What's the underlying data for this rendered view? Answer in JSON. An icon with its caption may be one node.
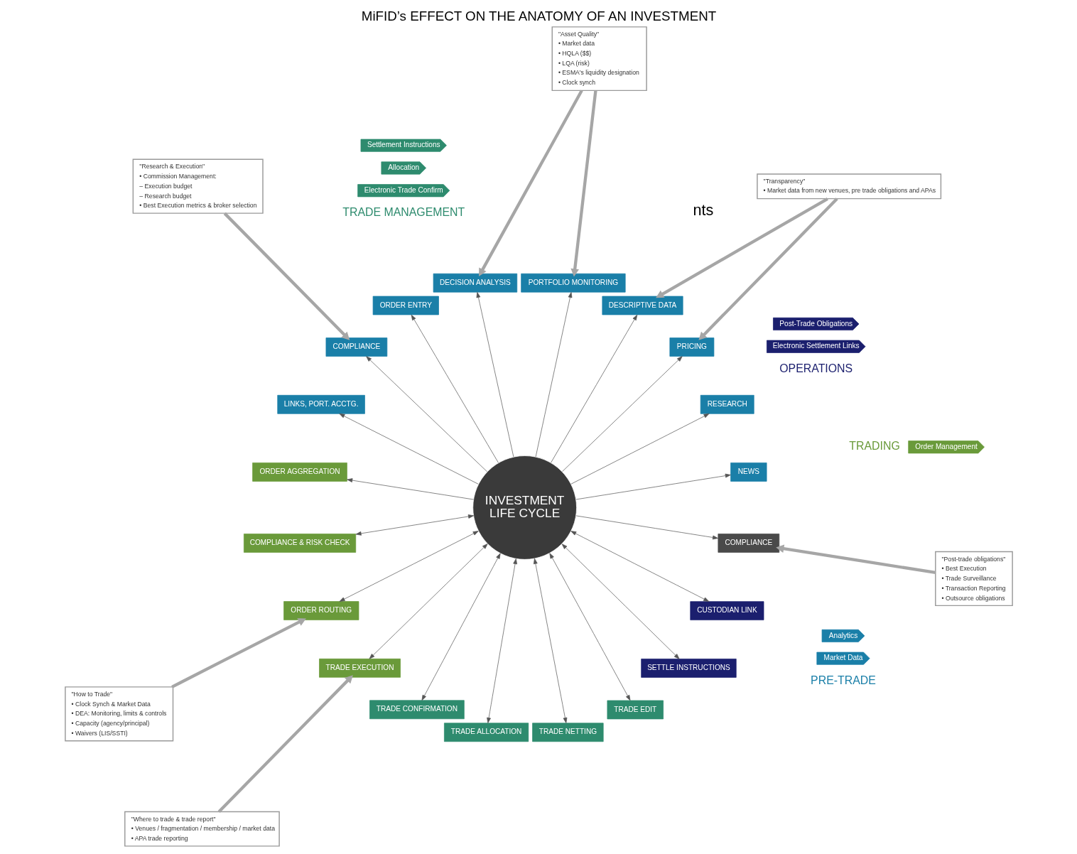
{
  "diagram": {
    "title": "MiFID’s EFFECT ON THE ANATOMY OF AN INVESTMENT",
    "nodes": [
      {
        "text": [
          "INVESTMENT LIFE CYCLE"
        ]
      },
      {
        "text": [
          "NEWS"
        ]
      },
      {
        "text": [
          "RESEARCH"
        ]
      },
      {
        "text": [
          "PRICING"
        ]
      },
      {
        "text": [
          "DESCRIPTIVE DATA"
        ]
      },
      {
        "text": [
          "PORTFOLIO MONITORING"
        ]
      },
      {
        "text": [
          "DECISION ANALYSIS"
        ]
      },
      {
        "text": [
          "ORDER ENTRY"
        ]
      },
      {
        "text": [
          "COMPLIANCE"
        ]
      },
      {
        "text": [
          "LINKS, PORT. ACCTG."
        ]
      },
      {
        "text": [
          "ORDER AGGREGATION"
        ]
      },
      {
        "text": [
          "COMPLIANCE & RISK CHECK"
        ]
      },
      {
        "text": [
          "ORDER ROUTING"
        ]
      },
      {
        "text": [
          "TRADE EXECUTION"
        ]
      },
      {
        "text": [
          "TRADE CONFIRMATION"
        ]
      },
      {
        "text": [
          "TRADE ALLOCATION"
        ]
      },
      {
        "text": [
          "TRADE NETTING"
        ]
      },
      {
        "text": [
          "TRADE EDIT"
        ]
      },
      {
        "text": [
          "SETTLE INSTRUCTIONS"
        ]
      },
      {
        "text": [
          "CUSTODIAN LINK"
        ]
      },
      {
        "text": [
          "COMPLIANCE"
        ]
      },
      {
        "text": [
          "\"Post-trade obligations\"",
          "• Best Execution",
          "• Trade Surveillance",
          "• Transaction Reporting",
          "• Outsource obligations"
        ]
      },
      {
        "text": [
          "\"Transparency\"",
          "• Market data from new venues, pre trade obligations and APAs"
        ]
      },
      {
        "text": [
          "\"Asset Quality\"",
          "• Market data",
          "• HQLA ($$)",
          "• LQA (risk)",
          "• ESMA's liquidity designation",
          "• Clock synch"
        ]
      },
      {
        "text": [
          "\"Research & Execution\"",
          "• Commission Management:",
          "– Execution budget",
          "– Research budget",
          "• Best Execution metrics & broker selection"
        ]
      },
      {
        "text": [
          "\"How to Trade\"",
          "• Clock Synch & Market Data",
          "• DEA: Monitoring, limits & controls",
          "• Capacity (agency/principal)",
          "• Waivers (LIS/SSTI)"
        ]
      },
      {
        "text": [
          "\"Where to trade & trade report\"",
          "• Venues / fragmentation / membership / market data",
          "• APA trade reporting"
        ]
      },
      {
        "text": [
          "Electronic Settlement Links"
        ]
      },
      {
        "text": [
          "Post-Trade Obligations"
        ]
      },
      {
        "text": [
          "Market Data"
        ]
      },
      {
        "text": [
          "Analytics"
        ]
      },
      {
        "text": [
          "Electronic Trade Confirm"
        ]
      },
      {
        "text": [
          "Allocation"
        ]
      },
      {
        "text": [
          "Settlement Instructions"
        ]
      },
      {
        "text": [
          "Order Management"
        ]
      }
    ],
    "edges": [
      {
        "from": 0,
        "to": 1,
        "arrow": "to"
      },
      {
        "from": 0,
        "to": 2,
        "arrow": "to"
      },
      {
        "from": 0,
        "to": 3,
        "arrow": "to"
      },
      {
        "from": 0,
        "to": 4,
        "arrow": "to"
      },
      {
        "from": 0,
        "to": 5,
        "arrow": "to"
      },
      {
        "from": 0,
        "to": 6,
        "arrow": "to"
      },
      {
        "from": 0,
        "to": 7,
        "arrow": "to"
      },
      {
        "from": 0,
        "to": 8,
        "arrow": "to"
      },
      {
        "from": 0,
        "to": 9,
        "arrow": "to"
      },
      {
        "from": 0,
        "to": 10,
        "arrow": "to"
      },
      {
        "from": 0,
        "to": 11,
        "arrow": "both"
      },
      {
        "from": 0,
        "to": 12,
        "arrow": "both"
      },
      {
        "from": 0,
        "to": 13,
        "arrow": "both"
      },
      {
        "from": 0,
        "to": 14,
        "arrow": "both"
      },
      {
        "from": 0,
        "to": 15,
        "arrow": "both"
      },
      {
        "from": 0,
        "to": 16,
        "arrow": "both"
      },
      {
        "from": 0,
        "to": 17,
        "arrow": "both"
      },
      {
        "from": 0,
        "to": 18,
        "arrow": "both"
      },
      {
        "from": 0,
        "to": 19,
        "arrow": "both"
      },
      {
        "from": 0,
        "to": 20,
        "arrow": "to"
      },
      {
        "from": 21,
        "to": 20,
        "arrow": "to",
        "style": "thick",
        "color": "#a6a6a6"
      },
      {
        "from": 22,
        "to": 3,
        "arrow": "to",
        "style": "thick",
        "color": "#a6a6a6"
      },
      {
        "from": 22,
        "to": 4,
        "arrow": "to",
        "style": "thick",
        "color": "#a6a6a6"
      },
      {
        "from": 23,
        "to": 5,
        "arrow": "to",
        "style": "thick",
        "color": "#a6a6a6"
      },
      {
        "from": 23,
        "to": 6,
        "arrow": "to",
        "style": "thick",
        "color": "#a6a6a6"
      },
      {
        "from": 24,
        "to": 8,
        "arrow": "to",
        "style": "thick",
        "color": "#a6a6a6"
      },
      {
        "from": 25,
        "to": 12,
        "arrow": "to",
        "style": "thick",
        "color": "#a6a6a6"
      },
      {
        "from": 26,
        "to": 13,
        "arrow": "to",
        "style": "thick",
        "color": "#a6a6a6"
      }
    ],
    "labels": [
      "nts",
      "OPERATIONS",
      "PRE-TRADE",
      "TRADE MANAGEMENT",
      "TRADING"
    ]
  }
}
